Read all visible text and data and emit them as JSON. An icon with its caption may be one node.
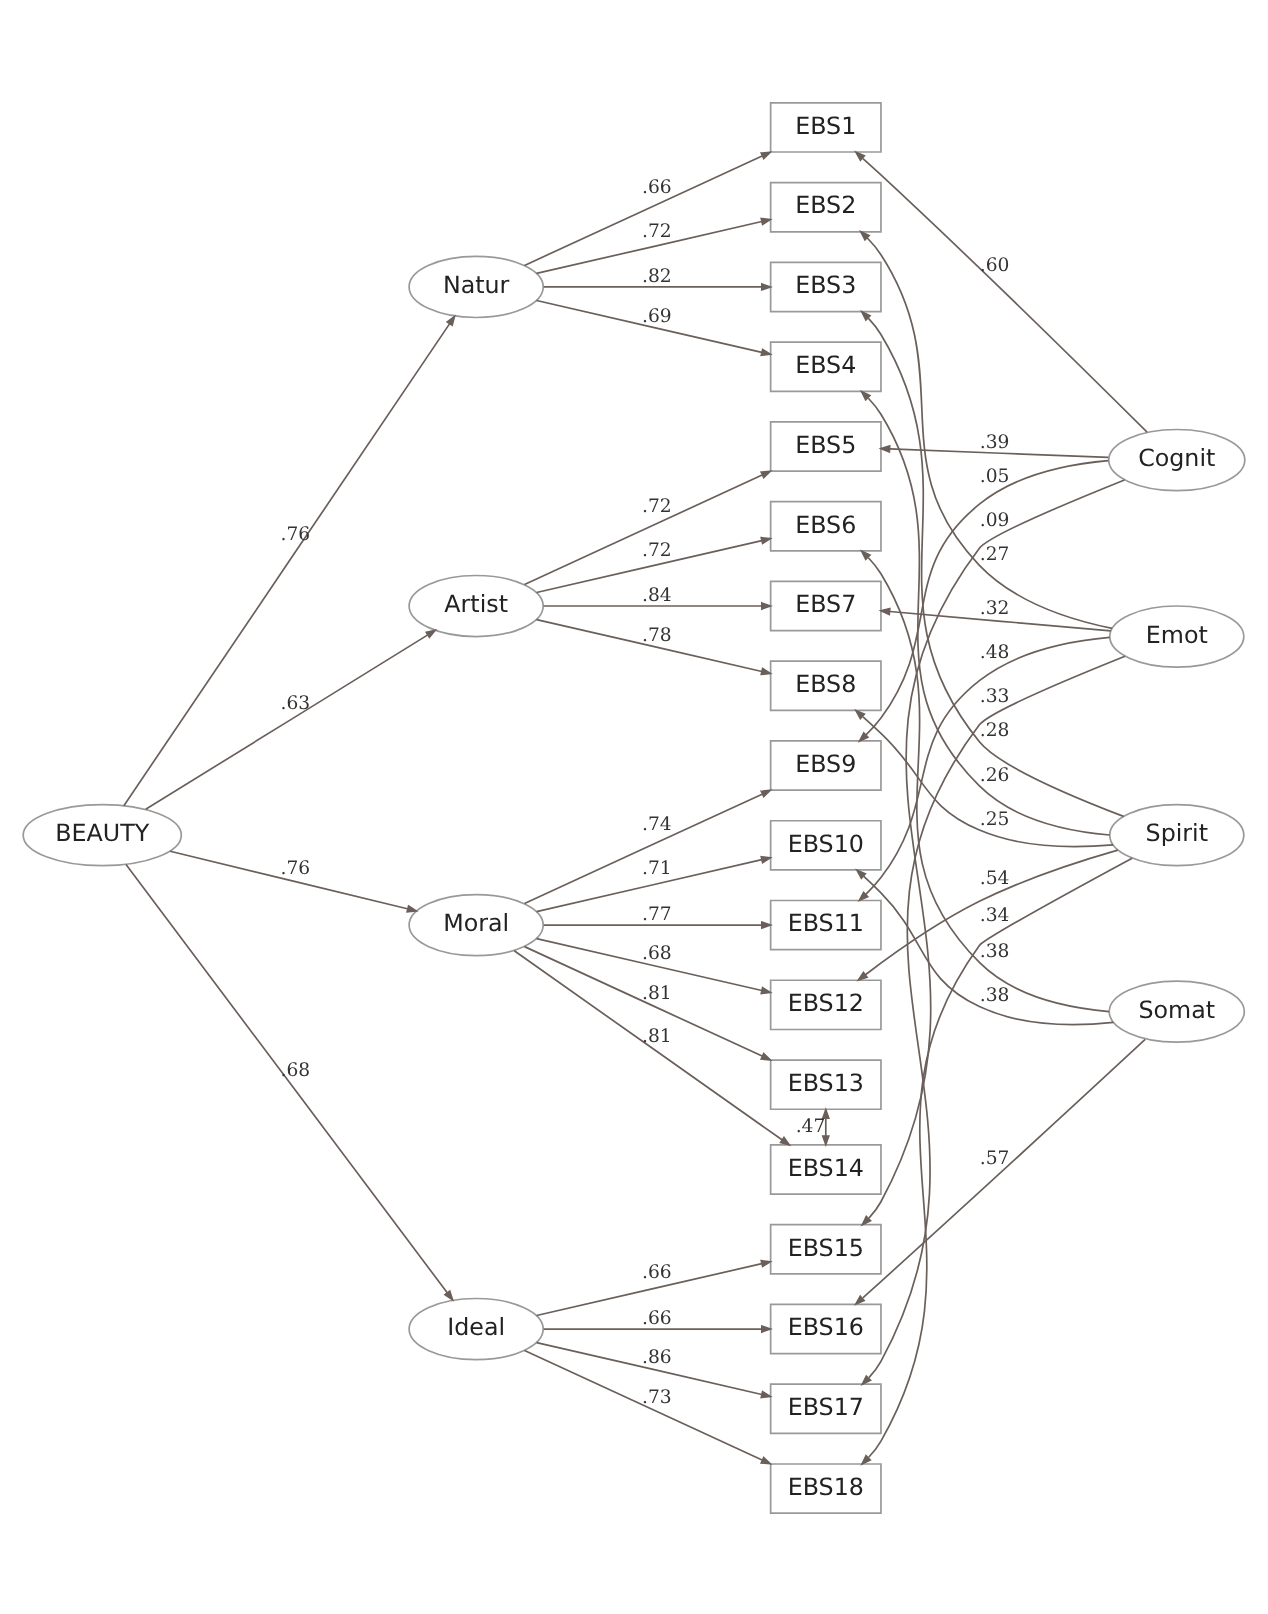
{
  "diagram": {
    "nodes": [
      {
        "text": [
          "BEAUTY"
        ]
      },
      {
        "text": [
          "Natur"
        ]
      },
      {
        "text": [
          "Artist"
        ]
      },
      {
        "text": [
          "Moral"
        ]
      },
      {
        "text": [
          "Ideal"
        ]
      },
      {
        "text": [
          "EBS1"
        ]
      },
      {
        "text": [
          "EBS2"
        ]
      },
      {
        "text": [
          "EBS3"
        ]
      },
      {
        "text": [
          "EBS4"
        ]
      },
      {
        "text": [
          "EBS5"
        ]
      },
      {
        "text": [
          "EBS6"
        ]
      },
      {
        "text": [
          "EBS7"
        ]
      },
      {
        "text": [
          "EBS8"
        ]
      },
      {
        "text": [
          "EBS9"
        ]
      },
      {
        "text": [
          "EBS10"
        ]
      },
      {
        "text": [
          "EBS11"
        ]
      },
      {
        "text": [
          "EBS12"
        ]
      },
      {
        "text": [
          "EBS13"
        ]
      },
      {
        "text": [
          "EBS14"
        ]
      },
      {
        "text": [
          "EBS15"
        ]
      },
      {
        "text": [
          "EBS16"
        ]
      },
      {
        "text": [
          "EBS17"
        ]
      },
      {
        "text": [
          "EBS18"
        ]
      },
      {
        "text": [
          "Cognit"
        ]
      },
      {
        "text": [
          "Somat"
        ]
      },
      {
        "text": [
          "Emot"
        ]
      },
      {
        "text": [
          "Spirit"
        ]
      }
    ],
    "edges": [
      {
        "from": 0,
        "to": 1,
        "arrow": "to",
        "label": ".76"
      },
      {
        "from": 0,
        "to": 2,
        "arrow": "to",
        "label": ".63"
      },
      {
        "from": 0,
        "to": 3,
        "arrow": "to",
        "label": ".76"
      },
      {
        "from": 0,
        "to": 4,
        "arrow": "to",
        "label": ".68"
      },
      {
        "from": 1,
        "to": 5,
        "arrow": "to",
        "label": ".66"
      },
      {
        "from": 1,
        "to": 6,
        "arrow": "to",
        "label": ".72"
      },
      {
        "from": 1,
        "to": 7,
        "arrow": "to",
        "label": ".82"
      },
      {
        "from": 1,
        "to": 8,
        "arrow": "to",
        "label": ".69"
      },
      {
        "from": 2,
        "to": 9,
        "arrow": "to",
        "label": ".72"
      },
      {
        "from": 2,
        "to": 10,
        "arrow": "to",
        "label": ".72"
      },
      {
        "from": 2,
        "to": 11,
        "arrow": "to",
        "label": ".84"
      },
      {
        "from": 2,
        "to": 12,
        "arrow": "to",
        "label": ".78"
      },
      {
        "from": 3,
        "to": 13,
        "arrow": "to",
        "label": ".74"
      },
      {
        "from": 3,
        "to": 14,
        "arrow": "to",
        "label": ".71"
      },
      {
        "from": 3,
        "to": 15,
        "arrow": "to",
        "label": ".77"
      },
      {
        "from": 3,
        "to": 16,
        "arrow": "to",
        "label": ".68"
      },
      {
        "from": 3,
        "to": 17,
        "arrow": "to",
        "label": ".81"
      },
      {
        "from": 3,
        "to": 18,
        "arrow": "to",
        "label": ".81"
      },
      {
        "from": 4,
        "to": 19,
        "arrow": "to",
        "label": ".66"
      },
      {
        "from": 4,
        "to": 20,
        "arrow": "to",
        "label": ".66"
      },
      {
        "from": 4,
        "to": 21,
        "arrow": "to",
        "label": ".86"
      },
      {
        "from": 4,
        "to": 22,
        "arrow": "to",
        "label": ".73"
      },
      {
        "from": 17,
        "to": 18,
        "arrow": "both",
        "label": ".47"
      },
      {
        "from": 23,
        "to": 5,
        "arrow": "to",
        "label": ".60"
      },
      {
        "from": 23,
        "to": 9,
        "arrow": "to",
        "label": ".39"
      },
      {
        "from": 23,
        "to": 13,
        "arrow": "to",
        "label": ".05"
      },
      {
        "from": 23,
        "to": 19,
        "arrow": "to",
        "label": ".09"
      },
      {
        "from": 24,
        "to": 10,
        "arrow": "to",
        "label": ".38"
      },
      {
        "from": 24,
        "to": 14,
        "arrow": "to",
        "label": ".38"
      },
      {
        "from": 24,
        "to": 20,
        "arrow": "to",
        "label": ".57"
      },
      {
        "from": 25,
        "to": 6,
        "arrow": "to",
        "label": ".27"
      },
      {
        "from": 25,
        "to": 11,
        "arrow": "to",
        "label": ".32"
      },
      {
        "from": 25,
        "to": 15,
        "arrow": "to",
        "label": ".48"
      },
      {
        "from": 25,
        "to": 21,
        "arrow": "to",
        "label": ".33"
      },
      {
        "from": 26,
        "to": 7,
        "arrow": "to",
        "label": ".28"
      },
      {
        "from": 26,
        "to": 8,
        "arrow": "to",
        "label": ".26"
      },
      {
        "from": 26,
        "to": 12,
        "arrow": "to",
        "label": ".25"
      },
      {
        "from": 26,
        "to": 16,
        "arrow": "to",
        "label": ".54"
      },
      {
        "from": 26,
        "to": 22,
        "arrow": "to",
        "label": ".34"
      }
    ]
  }
}
